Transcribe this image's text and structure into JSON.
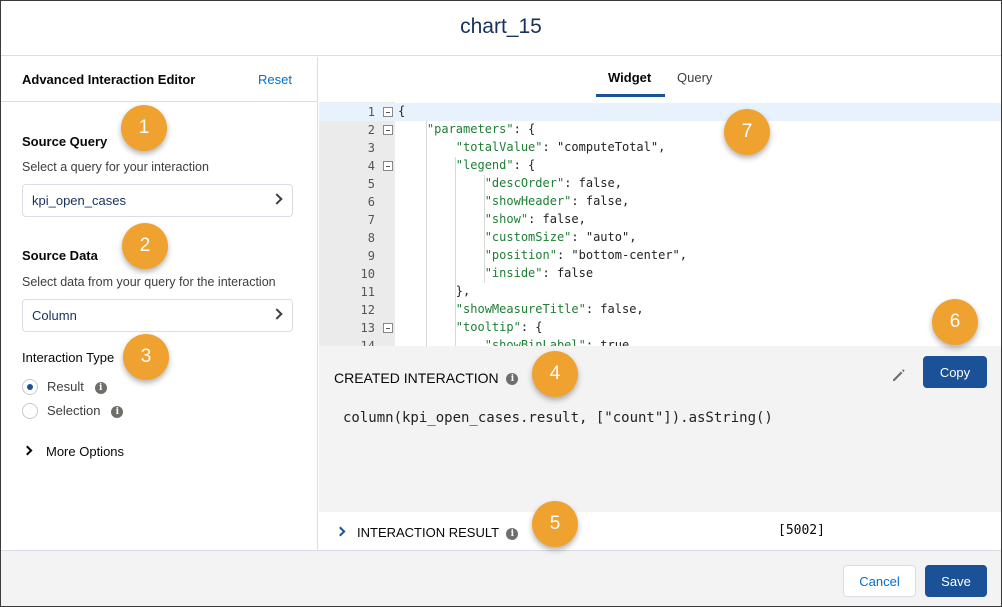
{
  "title": "chart_15",
  "left_panel": {
    "heading": "Advanced Interaction Editor",
    "reset_label": "Reset",
    "source_query": {
      "title": "Source Query",
      "subtitle": "Select a query for your interaction",
      "value": "kpi_open_cases"
    },
    "source_data": {
      "title": "Source Data",
      "subtitle": "Select data from your query for the interaction",
      "value": "Column"
    },
    "interaction_type": {
      "title": "Interaction Type",
      "options": [
        {
          "label": "Result",
          "selected": true
        },
        {
          "label": "Selection",
          "selected": false
        }
      ]
    },
    "more_options_label": "More Options"
  },
  "tabs": [
    {
      "label": "Widget",
      "active": true
    },
    {
      "label": "Query",
      "active": false
    }
  ],
  "editor": {
    "lines": [
      {
        "num": "1",
        "fold": true,
        "text": "{"
      },
      {
        "num": "2",
        "fold": true,
        "text": "    \"parameters\": {"
      },
      {
        "num": "3",
        "fold": false,
        "text": "        \"totalValue\": \"computeTotal\","
      },
      {
        "num": "4",
        "fold": true,
        "text": "        \"legend\": {"
      },
      {
        "num": "5",
        "fold": false,
        "text": "            \"descOrder\": false,"
      },
      {
        "num": "6",
        "fold": false,
        "text": "            \"showHeader\": false,"
      },
      {
        "num": "7",
        "fold": false,
        "text": "            \"show\": false,"
      },
      {
        "num": "8",
        "fold": false,
        "text": "            \"customSize\": \"auto\","
      },
      {
        "num": "9",
        "fold": false,
        "text": "            \"position\": \"bottom-center\","
      },
      {
        "num": "10",
        "fold": false,
        "text": "            \"inside\": false"
      },
      {
        "num": "11",
        "fold": false,
        "text": "        },"
      },
      {
        "num": "12",
        "fold": false,
        "text": "        \"showMeasureTitle\": false,"
      },
      {
        "num": "13",
        "fold": true,
        "text": "        \"tooltip\": {"
      },
      {
        "num": "14",
        "fold": false,
        "text": "            \"showBinLabel\": true,"
      }
    ]
  },
  "created_interaction": {
    "heading": "CREATED INTERACTION",
    "expression": "column(kpi_open_cases.result, [\"count\"]).asString()",
    "copy_label": "Copy"
  },
  "interaction_result": {
    "heading": "INTERACTION RESULT",
    "value": "[5002]"
  },
  "footer": {
    "cancel_label": "Cancel",
    "save_label": "Save"
  },
  "callouts": [
    "1",
    "2",
    "3",
    "4",
    "5",
    "6",
    "7"
  ],
  "colors": {
    "brand": "#1b5297",
    "link": "#0070d2",
    "callout": "#f0a230",
    "json_key": "#1e7e34"
  }
}
